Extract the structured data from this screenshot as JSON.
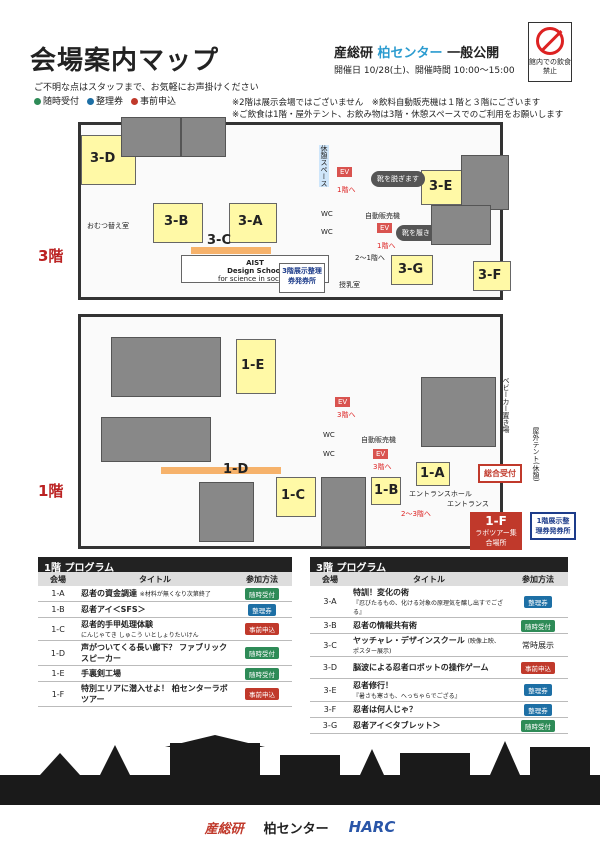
{
  "header": {
    "title": "会場案内マップ",
    "subtitle": "ご不明な点はスタッフまで、お気軽にお声掛けください",
    "legend": [
      {
        "label": "随時受付",
        "color": "#2e8b57"
      },
      {
        "label": "整理券",
        "color": "#1d6fa5"
      },
      {
        "label": "事前申込",
        "color": "#c0392b"
      }
    ],
    "org": "産総研",
    "center": "柏センター",
    "public": "一般公開",
    "dates": "開催日 10/28(土)、開催時間 10:00～15:00",
    "nofood": "館内での飲食禁止",
    "note1": "※2階は展示会場ではございません　※飲料自動販売機は１階と３階にございます",
    "note2": "※ご飲食は1階・屋外テント、お飲み物は3階・休憩スペースでのご利用をお願いします"
  },
  "map3": {
    "floor": "3階",
    "rooms": [
      "3-D",
      "3-B",
      "3-A",
      "3-C",
      "3-E",
      "3-G",
      "3-F"
    ],
    "rest": "休憩スペース",
    "ev": "EV",
    "up1": "1階へ",
    "down1": "1階へ",
    "wc": "WC",
    "vending": "自動販売機",
    "shoes_off": "靴を脱ぎます",
    "shoes_on": "靴を履きます",
    "to2": "2～1階へ",
    "nursing": "授乳室",
    "omutsu": "おむつ替え室",
    "ds1": "AIST",
    "ds2": "Design School",
    "ds3": "for science in society",
    "exhibit": "3階展示整理券発券所"
  },
  "map1": {
    "floor": "1階",
    "rooms": [
      "1-E",
      "1-D",
      "1-C",
      "1-B",
      "1-A",
      "1-F"
    ],
    "ev": "EV",
    "up3": "3階へ",
    "up3b": "3階へ",
    "wc": "WC",
    "vending": "自動販売機",
    "stroller": "ベビーカー置き場",
    "tent": "屋外テント(休憩)",
    "hall": "エントランスホール",
    "entrance": "エントランス",
    "to23": "2～3階へ",
    "reception": "総合受付",
    "f_label": "ラボツアー集合場所",
    "exhibit": "1階展示整理券発券所"
  },
  "prog1": {
    "heading": "1階 プログラム",
    "cols": [
      "会場",
      "タイトル",
      "参加方法"
    ],
    "rows": [
      {
        "id": "1-A",
        "title": "忍者の資金調達",
        "sub": "※材料が無くなり次第終了",
        "method": "随時受付",
        "c": "g"
      },
      {
        "id": "1-B",
        "title": "忍者アイ＜SFS＞",
        "sub": "",
        "method": "整理券",
        "c": "b"
      },
      {
        "id": "1-C",
        "title": "忍者的手甲処理体験",
        "sub": "にんじゃてき しゅこう いとしょりたいけん",
        "method": "事前申込",
        "c": "r"
      },
      {
        "id": "1-D",
        "title": "声がついてくる長い廊下？ ファブリックスピーカー",
        "sub": "",
        "method": "随時受付",
        "c": "g"
      },
      {
        "id": "1-E",
        "title": "手裏剣工場",
        "sub": "",
        "method": "随時受付",
        "c": "g"
      },
      {
        "id": "1-F",
        "title": "特別エリアに潜入せよ！ 柏センターラボツアー",
        "sub": "",
        "method": "事前申込",
        "c": "r"
      }
    ]
  },
  "prog3": {
    "heading": "3階 プログラム",
    "cols": [
      "会場",
      "タイトル",
      "参加方法"
    ],
    "rows": [
      {
        "id": "3-A",
        "title": "特訓！変化の術",
        "sub": "『忍びたるもの、化ける対象の原理気を醸し出すでござる』",
        "method": "整理券",
        "c": "b"
      },
      {
        "id": "3-B",
        "title": "忍者の情報共有術",
        "sub": "",
        "method": "随時受付",
        "c": "g"
      },
      {
        "id": "3-C",
        "title": "ヤッチャレ・デザインスクール",
        "sub": "(映像上映、ポスター展示)",
        "method": "常時展示",
        "c": ""
      },
      {
        "id": "3-D",
        "title": "脳波による忍者ロボットの操作ゲーム",
        "sub": "",
        "method": "事前申込",
        "c": "r"
      },
      {
        "id": "3-E",
        "title": "忍者修行！",
        "sub": "『暑さも寒さも、へっちゃらでござる』",
        "method": "整理券",
        "c": "b"
      },
      {
        "id": "3-F",
        "title": "忍者は何人じゃ？",
        "sub": "",
        "method": "整理券",
        "c": "b"
      },
      {
        "id": "3-G",
        "title": "忍者アイ＜タブレット＞",
        "sub": "",
        "method": "随時受付",
        "c": "g"
      }
    ]
  },
  "footer": {
    "aist": "産総研",
    "center": "柏センター",
    "harc": "HARC"
  }
}
